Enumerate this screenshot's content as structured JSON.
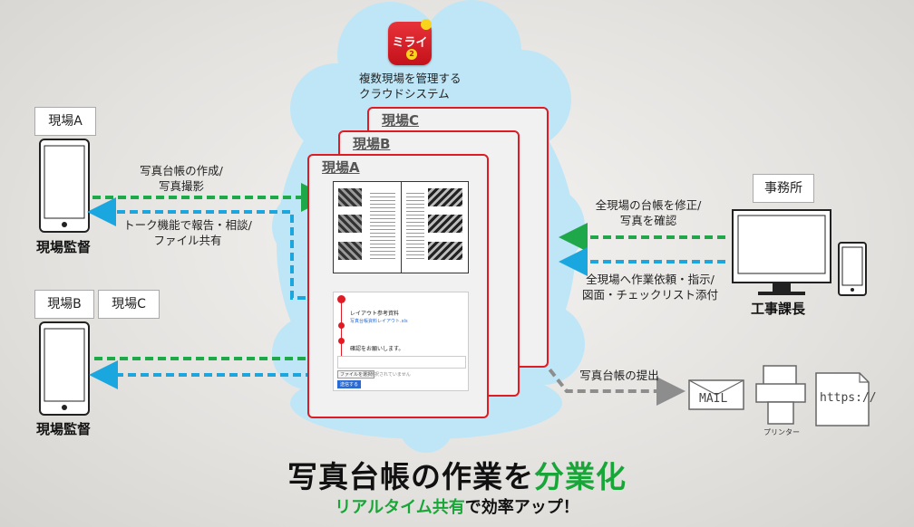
{
  "app_icon": {
    "text": "ミライ",
    "badge": "2"
  },
  "cloud": {
    "caption_line1": "複数現場を管理する",
    "caption_line2": "クラウドシステム"
  },
  "cards": {
    "site_c": "現場C",
    "site_b": "現場B",
    "site_a": "現場A"
  },
  "left_top": {
    "site_label": "現場A",
    "role": "現場監督",
    "arrow_out_line1": "写真台帳の作成/",
    "arrow_out_line2": "写真撮影",
    "arrow_in_line1": "トーク機能で報告・相談/",
    "arrow_in_line2": "ファイル共有"
  },
  "left_bottom": {
    "site_label_b": "現場B",
    "site_label_c": "現場C",
    "role": "現場監督"
  },
  "office": {
    "label": "事務所",
    "role": "工事課長",
    "arrow_in_line1": "全現場の台帳を修正/",
    "arrow_in_line2": "写真を確認",
    "arrow_out_line1": "全現場へ作業依頼・指示/",
    "arrow_out_line2": "図面・チェックリスト添付"
  },
  "submit": {
    "text": "写真台帳の提出",
    "mail": "MAIL",
    "printer": "プリンター",
    "web": "https://"
  },
  "chat": {
    "title": "レイアウト参考資料",
    "link": "写真台帳資料レイアウト.xls",
    "message": "確認をお願いします。",
    "file_button": "ファイルを選択",
    "file_status": "選択されていません",
    "send": "送信する"
  },
  "headline": {
    "part1": "写真台帳の作業を",
    "part2": "分業化"
  },
  "subline": {
    "part1": "リアルタイム共有",
    "part2": "で効率アップ！"
  },
  "colors": {
    "accent_green": "#19a638",
    "arrow_green": "#1fa84a",
    "arrow_blue": "#1aa6de",
    "card_red": "#e01b24",
    "cloud_blue": "#bfe6f7"
  }
}
